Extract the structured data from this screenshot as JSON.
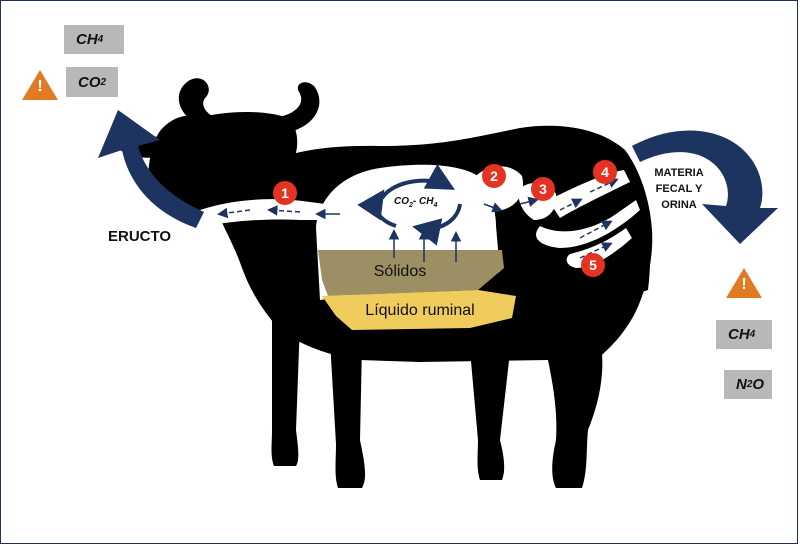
{
  "gases_eructo": [
    {
      "formula": "CH4",
      "base": "CH",
      "sub": "4"
    },
    {
      "formula": "CO2",
      "base": "CO",
      "sub": "2"
    }
  ],
  "gases_excreta": [
    {
      "formula": "CH4",
      "base": "CH",
      "sub": "4"
    },
    {
      "formula": "N2O",
      "pre": "N",
      "sub": "2",
      "post": "O"
    }
  ],
  "labels": {
    "eructo": "ERUCTO",
    "excreta_line1": "MATERIA",
    "excreta_line2": "FECAL Y",
    "excreta_line3": "ORINA",
    "rumen_gas_pre": "CO",
    "rumen_gas_sub1": "2",
    "rumen_gas_mid": "- CH",
    "rumen_gas_sub2": "4",
    "solidos": "Sólidos",
    "liquido": "Líquido ruminal"
  },
  "steps": [
    "1",
    "2",
    "3",
    "4",
    "5"
  ],
  "warning_symbol": "!",
  "colors": {
    "cow": "#000000",
    "arrow_navy": "#1d3461",
    "warning": "#e07b24",
    "step_badge": "#e53322",
    "gas_box": "#b8b8b8",
    "solids_layer": "#9c8f63",
    "liquid_layer": "#f0cc5c"
  },
  "icons": [
    "warning-icon",
    "cow-silhouette",
    "eructation-arrow",
    "excretion-arrow",
    "rumen-cycle-arrows"
  ]
}
